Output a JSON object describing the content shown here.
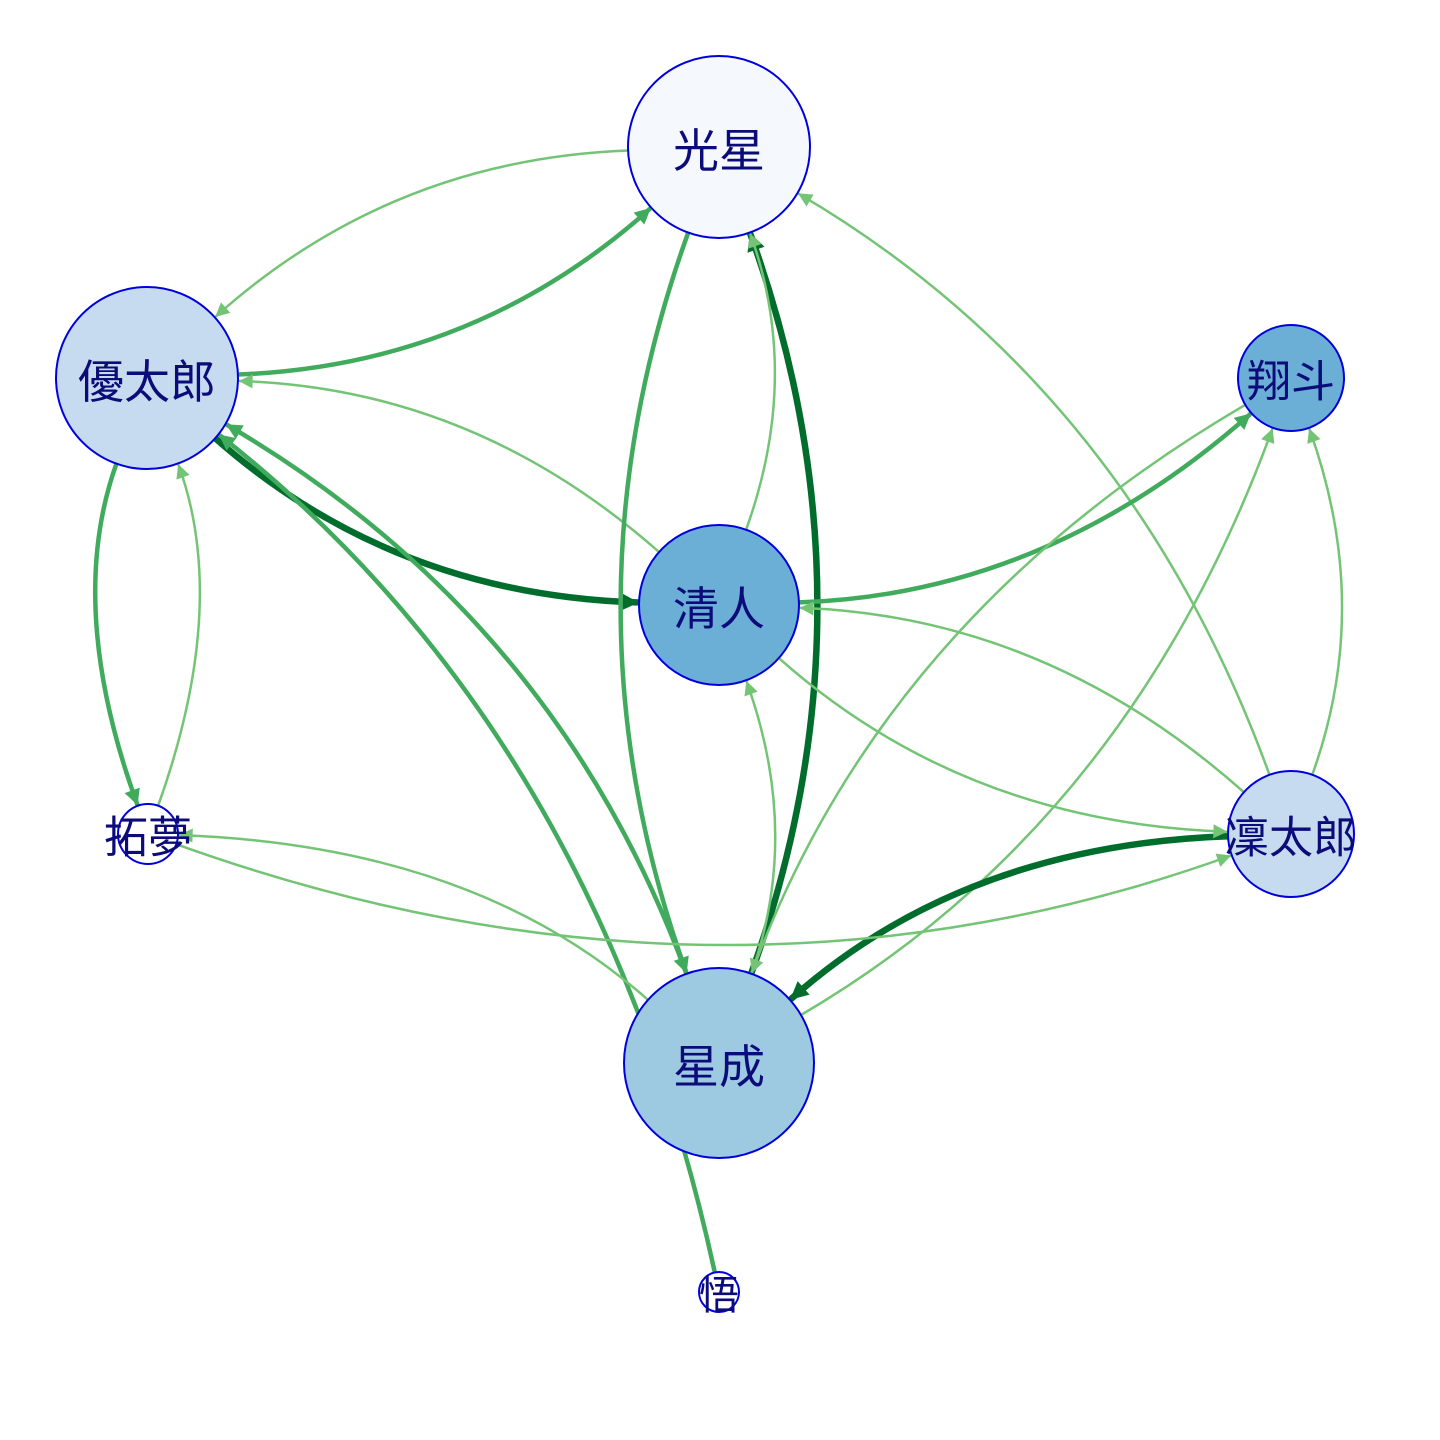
{
  "nodes": [
    {
      "id": "kousei",
      "label": "光星",
      "fill": "#f5f9fd"
    },
    {
      "id": "yutaro",
      "label": "優太郎",
      "fill": "#c6dbef"
    },
    {
      "id": "shoto",
      "label": "翔斗",
      "fill": "#6baed6"
    },
    {
      "id": "kiyoto",
      "label": "清人",
      "fill": "#6baed6"
    },
    {
      "id": "takumu",
      "label": "拓夢",
      "fill": "#ffffff"
    },
    {
      "id": "rintaro",
      "label": "凜太郎",
      "fill": "#c6dbef"
    },
    {
      "id": "seisei",
      "label": "星成",
      "fill": "#9ecae1"
    },
    {
      "id": "satoru",
      "label": "悟",
      "fill": "#ffffff"
    }
  ],
  "edges": [
    {
      "from": "yutaro",
      "to": "kousei",
      "weight": 2
    },
    {
      "from": "kousei",
      "to": "yutaro",
      "weight": 1
    },
    {
      "from": "yutaro",
      "to": "kiyoto",
      "weight": 3
    },
    {
      "from": "kiyoto",
      "to": "yutaro",
      "weight": 1
    },
    {
      "from": "yutaro",
      "to": "takumu",
      "weight": 2
    },
    {
      "from": "takumu",
      "to": "yutaro",
      "weight": 1
    },
    {
      "from": "seisei",
      "to": "yutaro",
      "weight": 2
    },
    {
      "from": "satoru",
      "to": "yutaro",
      "weight": 2
    },
    {
      "from": "seisei",
      "to": "kousei",
      "weight": 3
    },
    {
      "from": "kousei",
      "to": "seisei",
      "weight": 2
    },
    {
      "from": "kiyoto",
      "to": "kousei",
      "weight": 1
    },
    {
      "from": "rintaro",
      "to": "kousei",
      "weight": 1
    },
    {
      "from": "kiyoto",
      "to": "shoto",
      "weight": 2
    },
    {
      "from": "rintaro",
      "to": "shoto",
      "weight": 1
    },
    {
      "from": "shoto",
      "to": "seisei",
      "weight": 1
    },
    {
      "from": "seisei",
      "to": "shoto",
      "weight": 1
    },
    {
      "from": "rintaro",
      "to": "seisei",
      "weight": 3
    },
    {
      "from": "seisei",
      "to": "kiyoto",
      "weight": 1
    },
    {
      "from": "kiyoto",
      "to": "rintaro",
      "weight": 1
    },
    {
      "from": "rintaro",
      "to": "kiyoto",
      "weight": 1
    },
    {
      "from": "takumu",
      "to": "rintaro",
      "weight": 1
    },
    {
      "from": "seisei",
      "to": "takumu",
      "weight": 1
    }
  ],
  "colors": {
    "node_stroke": "#0000dd",
    "label": "#0b0b7a",
    "edge_weight_1": "#74c476",
    "edge_weight_2": "#41ab5d",
    "edge_weight_3": "#006d2c"
  }
}
